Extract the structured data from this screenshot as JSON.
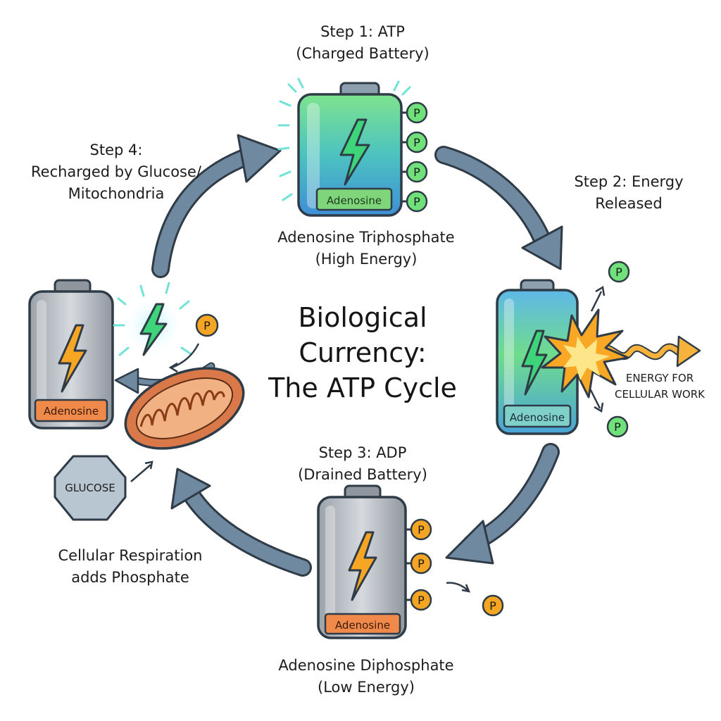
{
  "title": {
    "line1": "Biological",
    "line2": "Currency:",
    "line3": "The ATP Cycle"
  },
  "step1": {
    "heading_line1": "Step 1: ATP",
    "heading_line2": "(Charged Battery)",
    "caption_line1": "Adenosine Triphosphate",
    "caption_line2": "(High Energy)",
    "battery_label": "Adenosine",
    "phosphate_count": 4
  },
  "step2": {
    "heading_line1": "Step 2: Energy",
    "heading_line2": "Released",
    "battery_label": "Adenosine",
    "energy_line1": "ENERGY FOR",
    "energy_line2": "CELLULAR WORK"
  },
  "step3": {
    "heading_line1": "Step 3: ADP",
    "heading_line2": "(Drained Battery)",
    "caption_line1": "Adenosine Diphosphate",
    "caption_line2": "(Low Energy)",
    "battery_label": "Adenosine",
    "phosphate_count": 3
  },
  "step4": {
    "heading_line1": "Step 4:",
    "heading_line2": "Recharged by Glucose/",
    "heading_line3": "Mitochondria",
    "battery_label": "Adenosine",
    "glucose_label": "GLUCOSE",
    "respiration_line1": "Cellular Respiration",
    "respiration_line2": "adds Phosphate"
  },
  "phosphate_symbol": "P",
  "colors": {
    "arrow": "#6f8aa0",
    "arrow_stroke": "#2f3b47",
    "charged_green": "#7ee08a",
    "charged_blue": "#3f8fd6",
    "drained_gray": "#b9bec4",
    "phosphate_orange": "#f5a524",
    "phosphate_green": "#6fe07a",
    "adenosine_orange": "#f08a4b",
    "adenosine_green": "#7fd67a",
    "lightning_orange": "#f6a623",
    "lightning_green": "#3ed47a",
    "mitochondria": "#d9794a",
    "burst": "#f9a825",
    "energy_wave": "#f6b23a"
  },
  "icons": [
    "battery-icon",
    "lightning-icon",
    "phosphate-icon",
    "mitochondria-icon",
    "glucose-icon",
    "burst-icon",
    "cycle-arrow-icon"
  ]
}
